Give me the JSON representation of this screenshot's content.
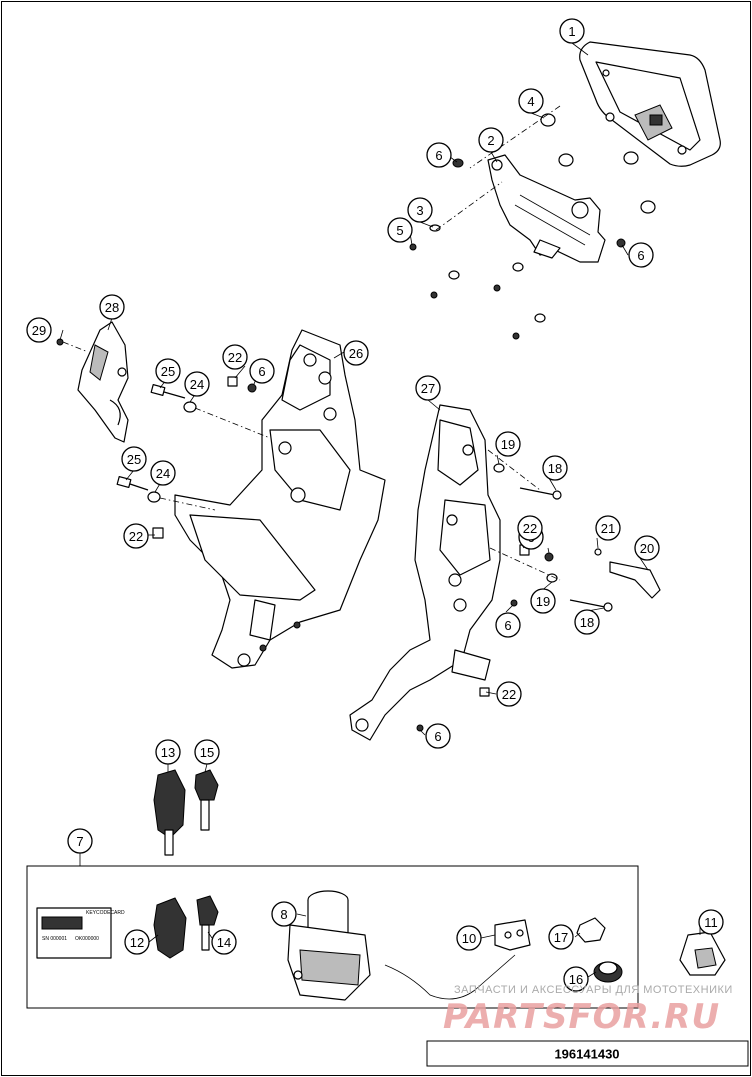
{
  "diagram": {
    "reference_number": "196141430",
    "callouts": [
      "1",
      "2",
      "3",
      "4",
      "5",
      "6",
      "6",
      "6",
      "6",
      "6",
      "6",
      "7",
      "8",
      "10",
      "11",
      "12",
      "13",
      "14",
      "15",
      "16",
      "17",
      "18",
      "18",
      "19",
      "19",
      "20",
      "21",
      "22",
      "22",
      "22",
      "22",
      "24",
      "24",
      "25",
      "25",
      "26",
      "27",
      "28",
      "29"
    ],
    "label_card": {
      "brand": "KEYCODECARD",
      "code": "SN 000001",
      "sub": "OK000000"
    }
  },
  "watermark": {
    "text_small": "ЗАПЧАСТИ И АКСЕССУАРЫ ДЛЯ МОТОТЕХНИКИ",
    "text_big": "PARTSFOR.RU"
  },
  "colors": {
    "line": "#000000",
    "watermark_red": "#e9a0a0",
    "watermark_grey": "#aaaaaa"
  }
}
